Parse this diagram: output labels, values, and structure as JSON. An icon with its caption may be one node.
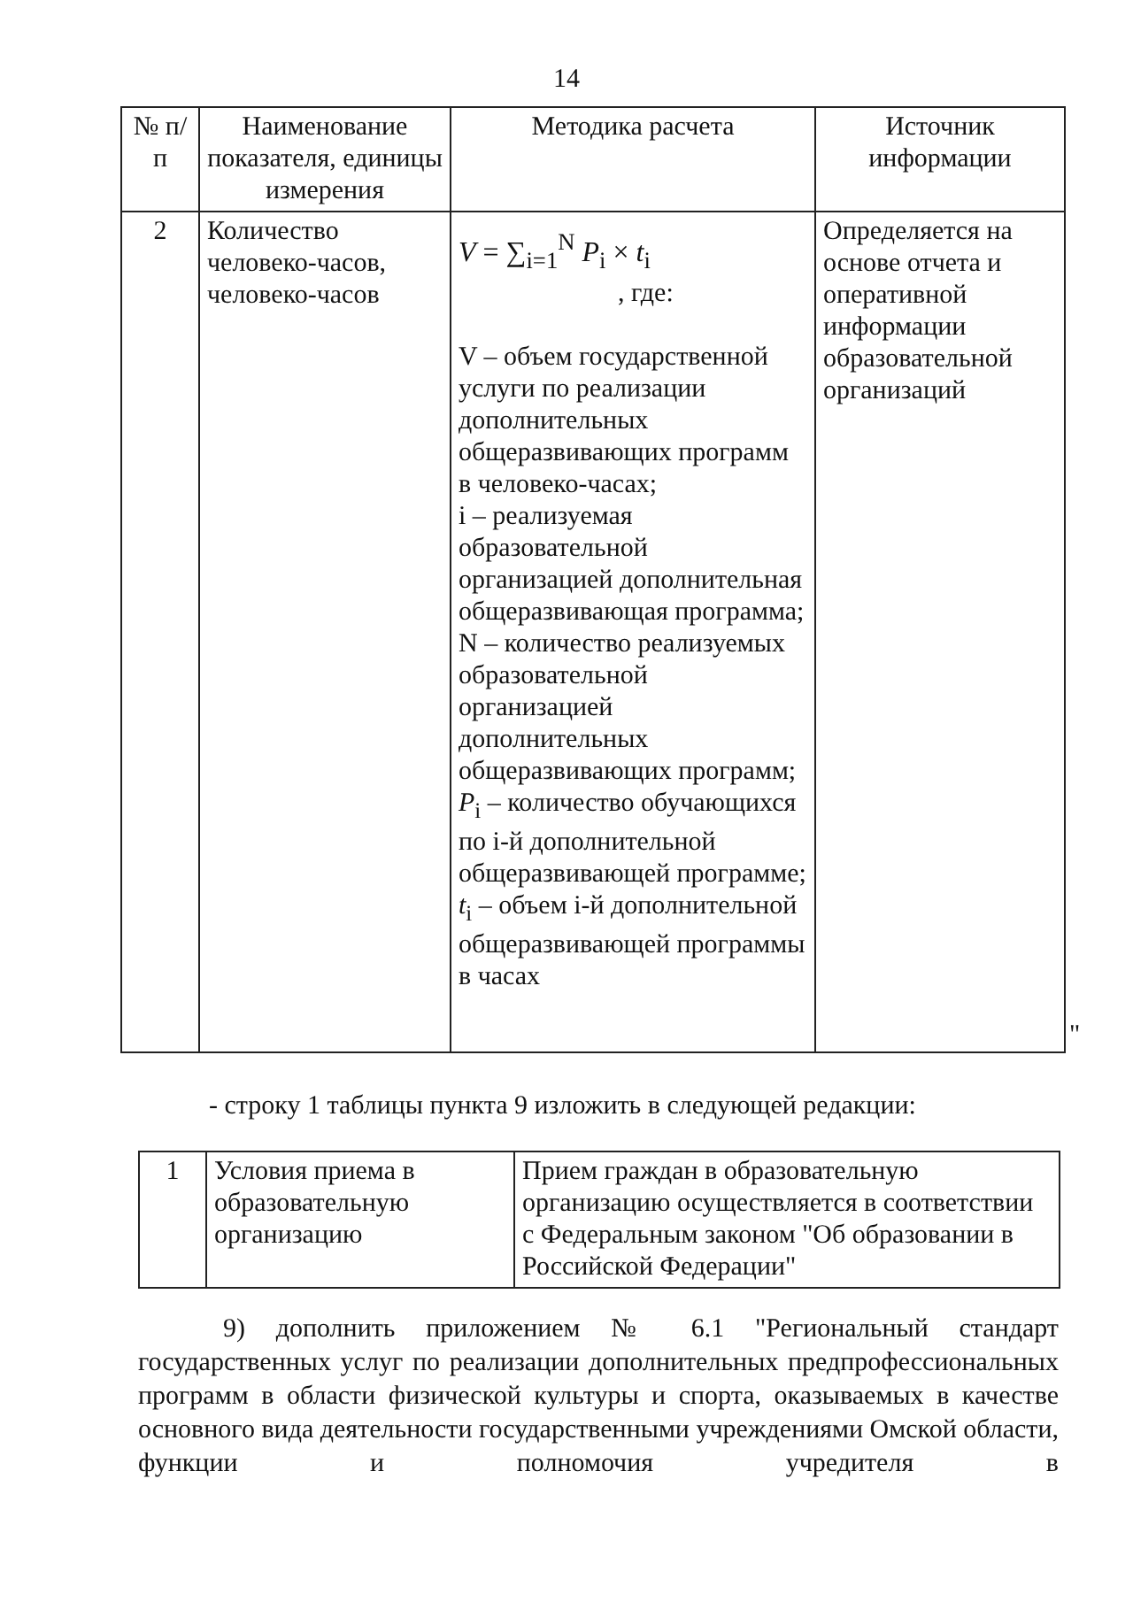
{
  "diagram": {
    "labels": [
      "14",
      "№ п/п",
      "Наименование показателя, единицы измерения",
      "Методика расчета",
      "Источник информации",
      "2",
      "Количество человеко-часов, человеко-часов",
      "*V* = ∑$_{i=1}$$^{N}$ *P*$_{i}$ × *t*$_{i}$",
      ", где:",
      "V – объем государственной услуги по реализации дополнительных общеразвивающих программ в человеко-часах;",
      "i – реализуемая образовательной организацией дополнительная общеразвивающая программа;",
      "N – количество реализуемых образовательной организацией дополнительных общеразвивающих программ;",
      "*P*$_{i}$ – количество обучающихся по i-й дополнительной общеразвивающей программе;",
      "*t*$_{i}$ – объем i-й дополнительной общеразвивающей программы в часах",
      "Определяется на основе отчета и оперативной информации образовательной организаций",
      "\"",
      "- строку 1 таблицы пункта 9 изложить в следующей редакции:",
      "1",
      "Условия приема в образовательную организацию",
      "Прием граждан в образовательную организацию осуществляется в соответствии с Федеральным законом \"Об образовании в Российской Федерации\"",
      "9) дополнить приложением № 6.1 \"Региональный стандарт государственных услуг по реализации дополнительных предпрофессиональных программ в области физической культуры и спорта, оказываемых в качестве основного вида деятельности государственными учреждениями Омской области, функции и полномочия учредителя в"
    ]
  }
}
